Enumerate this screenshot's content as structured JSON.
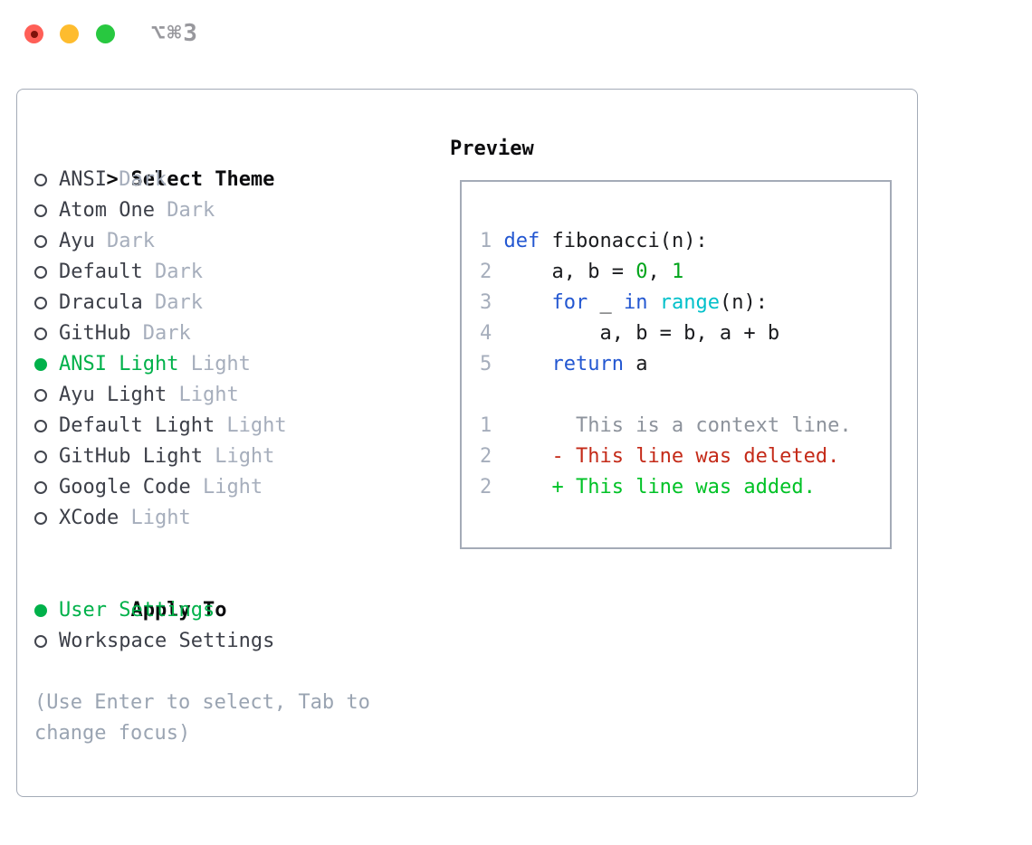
{
  "window": {
    "title": "⌥⌘3"
  },
  "traffic_lights": [
    {
      "name": "close",
      "color": "#ff5f57",
      "dot": "#7e120a"
    },
    {
      "name": "minimize",
      "color": "#febc2e",
      "dot": ""
    },
    {
      "name": "zoom",
      "color": "#28c840",
      "dot": ""
    }
  ],
  "theme_panel": {
    "header_prefix": ">",
    "header": "Select Theme",
    "themes": [
      {
        "name": "ANSI",
        "variant": "Dark",
        "selected": false
      },
      {
        "name": "Atom One",
        "variant": "Dark",
        "selected": false
      },
      {
        "name": "Ayu",
        "variant": "Dark",
        "selected": false
      },
      {
        "name": "Default",
        "variant": "Dark",
        "selected": false
      },
      {
        "name": "Dracula",
        "variant": "Dark",
        "selected": false
      },
      {
        "name": "GitHub",
        "variant": "Dark",
        "selected": false
      },
      {
        "name": "ANSI Light",
        "variant": "Light",
        "selected": true
      },
      {
        "name": "Ayu Light",
        "variant": "Light",
        "selected": false
      },
      {
        "name": "Default Light",
        "variant": "Light",
        "selected": false
      },
      {
        "name": "GitHub Light",
        "variant": "Light",
        "selected": false
      },
      {
        "name": "Google Code",
        "variant": "Light",
        "selected": false
      },
      {
        "name": "XCode",
        "variant": "Light",
        "selected": false
      }
    ],
    "apply_header": "Apply To",
    "apply_options": [
      {
        "label": "User Settings",
        "selected": true
      },
      {
        "label": "Workspace Settings",
        "selected": false
      }
    ],
    "hint": "(Use Enter to select, Tab to change focus)"
  },
  "preview": {
    "header": "Preview",
    "code_lines": [
      {
        "num": "1",
        "segments": [
          {
            "text": "def",
            "style": "keyword"
          },
          {
            "text": " fibonacci(n):",
            "style": "plain"
          }
        ]
      },
      {
        "num": "2",
        "segments": [
          {
            "text": "    a, b = ",
            "style": "plain"
          },
          {
            "text": "0",
            "style": "number"
          },
          {
            "text": ", ",
            "style": "plain"
          },
          {
            "text": "1",
            "style": "number"
          }
        ]
      },
      {
        "num": "3",
        "segments": [
          {
            "text": "    ",
            "style": "plain"
          },
          {
            "text": "for",
            "style": "keyword"
          },
          {
            "text": " _ ",
            "style": "plain"
          },
          {
            "text": "in",
            "style": "keyword"
          },
          {
            "text": " ",
            "style": "plain"
          },
          {
            "text": "range",
            "style": "builtin"
          },
          {
            "text": "(n):",
            "style": "plain"
          }
        ]
      },
      {
        "num": "4",
        "segments": [
          {
            "text": "        a, b = b, a + b",
            "style": "plain"
          }
        ]
      },
      {
        "num": "5",
        "segments": [
          {
            "text": "    ",
            "style": "plain"
          },
          {
            "text": "return",
            "style": "keyword"
          },
          {
            "text": " a",
            "style": "plain"
          }
        ]
      },
      {
        "num": "",
        "segments": []
      },
      {
        "num": "1",
        "segments": [
          {
            "text": "      This is a context line.",
            "style": "context"
          }
        ]
      },
      {
        "num": "2",
        "segments": [
          {
            "text": "    - This line was deleted.",
            "style": "deleted"
          }
        ]
      },
      {
        "num": "2",
        "segments": [
          {
            "text": "    + This line was added.",
            "style": "added"
          }
        ]
      }
    ]
  },
  "colors": {
    "accent_green": "#00b14a",
    "item_text": "#3c3f48",
    "muted": "#a6aebc",
    "hint": "#9aa4b2",
    "header_text": "#0c0c0e",
    "radio_border": "#42454e",
    "title_text": "#98989d",
    "border": "#a4abb7",
    "keyword": "#2357d1",
    "builtin": "#00c0ca",
    "number": "#00a41a",
    "plain": "#1a1b1e",
    "context": "#8d939c",
    "deleted": "#c42a18",
    "added": "#00c226"
  }
}
